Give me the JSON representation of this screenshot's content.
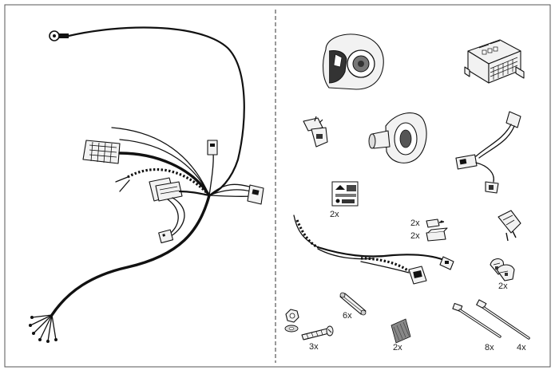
{
  "qty_labels": {
    "warning_label": "2x",
    "contact_pin": "2x",
    "contact_socket": "2x",
    "clip_set": "2x",
    "fuse": "6x",
    "screw_set": "3x",
    "tape": "2x",
    "cable_tie_long": "8x",
    "cable_tie_short": "4x"
  },
  "colors": {
    "line": "#111111",
    "frame": "#555555",
    "fill": "#f2f2f2"
  }
}
